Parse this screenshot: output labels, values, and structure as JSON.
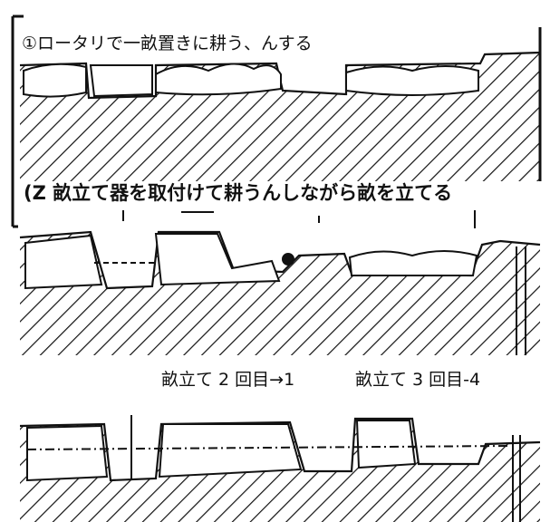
{
  "diagram": {
    "step1": {
      "caption": "①ロータリで一畝置きに耕う、んする"
    },
    "step2": {
      "caption": "(Z 畝立て器を取付けて耕うんしながら畝を立てる"
    },
    "step3": {
      "label_left": "畝立て 2 回目→1",
      "label_right": "畝立て 3 回目-4"
    }
  },
  "colors": {
    "ink": "#111111",
    "paper": "#ffffff"
  }
}
